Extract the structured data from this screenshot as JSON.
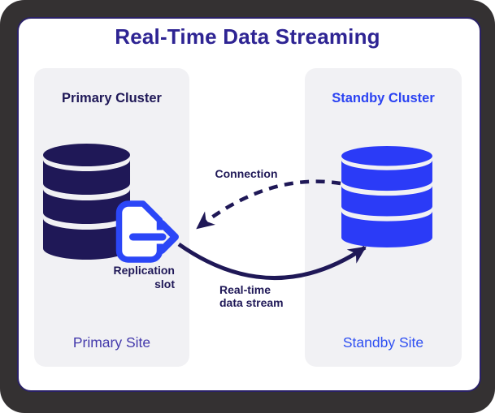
{
  "diagram": {
    "title": "Real-Time Data Streaming",
    "primary": {
      "cluster": "Primary Cluster",
      "site": "Primary Site"
    },
    "standby": {
      "cluster": "Standby Cluster",
      "site": "Standby Site"
    },
    "flows": {
      "connection": "Connection",
      "stream_line1": "Real-time",
      "stream_line2": "data stream",
      "replication_line1": "Replication",
      "replication_line2": "slot"
    }
  },
  "icons": {
    "primary_database": "database-cylinder-icon",
    "standby_database": "database-cylinder-icon",
    "replication_slot": "document-export-arrow-icon"
  },
  "colors": {
    "frame": "#343132",
    "card_bg": "#ffffff",
    "card_border": "#2a2166",
    "panel_bg": "#f1f1f4",
    "navy": "#1f1857",
    "title": "#2e2493",
    "blue_db": "#2b3bf7",
    "icon_blue": "#2b46f7",
    "standby_text": "#2b43f2",
    "primary_site": "#4339ab",
    "standby_site": "#2e4ff2"
  }
}
